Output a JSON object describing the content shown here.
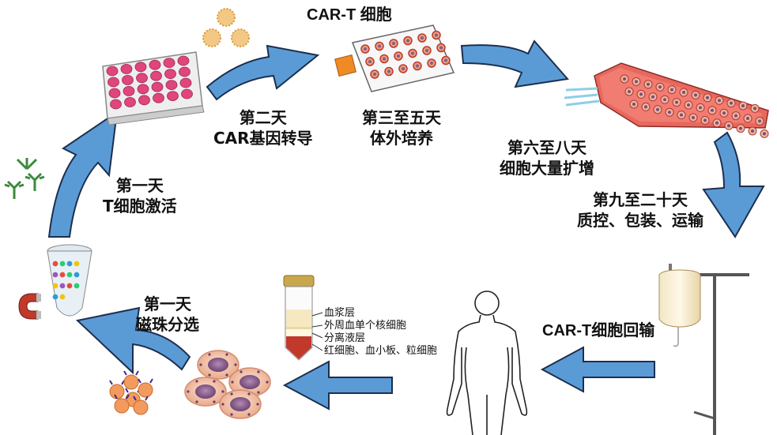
{
  "title_top": "CAR-T 细胞",
  "steps": {
    "day2": {
      "line1": "第二天",
      "line2": "CAR基因转导"
    },
    "day3_5": {
      "line1": "第三至五天",
      "line2": "体外培养"
    },
    "day6_8": {
      "line1": "第六至八天",
      "line2": "细胞大量扩增"
    },
    "day9_20": {
      "line1": "第九至二十天",
      "line2": "质控、包装、运输"
    },
    "reinfusion": {
      "line1": "CAR-T细胞回输"
    },
    "day1_sep": {
      "line1": "第一天",
      "line2": "磁珠分选"
    },
    "day1_act": {
      "line1": "第一天",
      "line2": "T细胞激活"
    }
  },
  "tube_layers": [
    "血浆层",
    "外周血单个核细胞",
    "分离液层",
    "红细胞、血小板、粒细胞"
  ],
  "colors": {
    "arrow_fill": "#5b9bd5",
    "arrow_stroke": "#1c2f4f",
    "cell_purple": "#8a5a8c",
    "cell_skin": "#f1c4a8",
    "flask_red": "#e8685e"
  }
}
